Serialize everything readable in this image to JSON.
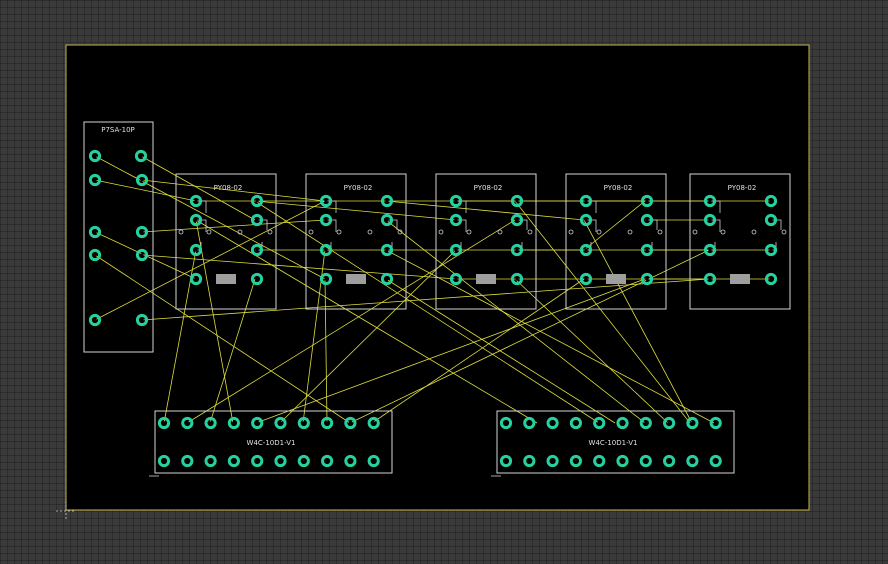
{
  "colors": {
    "background": "#3a3a3a",
    "board": "#000000",
    "board_outline": "#c8b446",
    "pad": "#26d1a0",
    "silkscreen": "#d4d4d4",
    "ratsnest": "#dede3c",
    "resistor_body": "#9e9e9e"
  },
  "components": {
    "header": {
      "label": "P7SA-10P"
    },
    "relays": [
      {
        "label": "PY08-02"
      },
      {
        "label": "PY08-02"
      },
      {
        "label": "PY08-02"
      },
      {
        "label": "PY08-02"
      },
      {
        "label": "PY08-02"
      }
    ],
    "terminals": [
      {
        "label": "W4C-10D1-V1"
      },
      {
        "label": "W4C-10D1-V1"
      }
    ]
  }
}
